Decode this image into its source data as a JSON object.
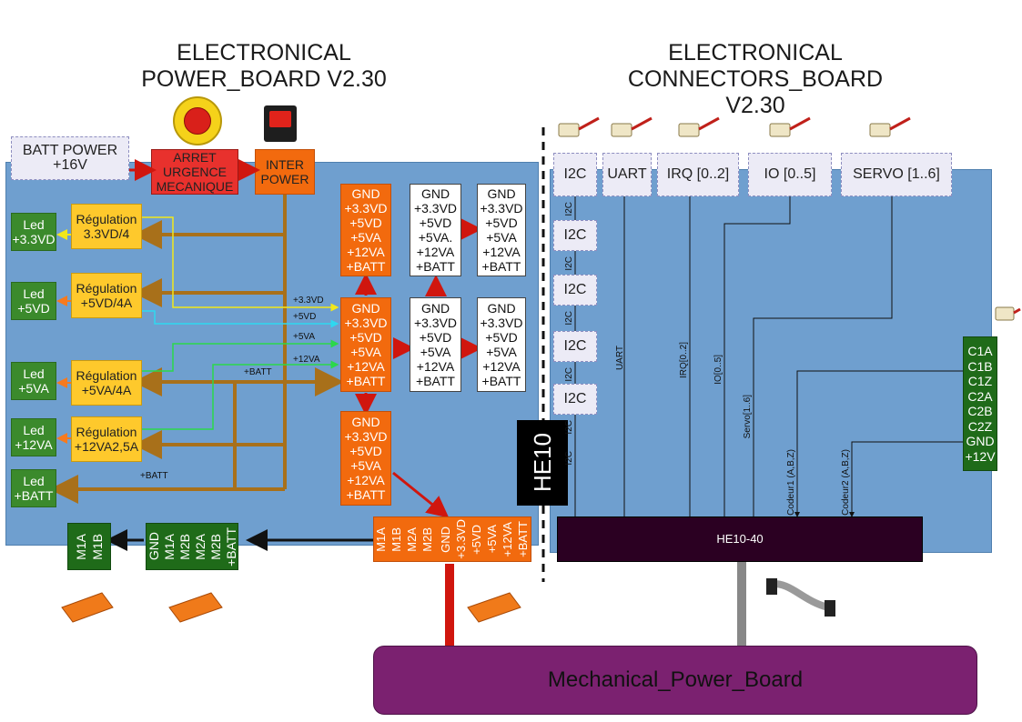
{
  "titles": {
    "power": [
      "ELECTRONICAL",
      "POWER_BOARD V2.30"
    ],
    "connectors": [
      "ELECTRONICAL",
      "CONNECTORS_BOARD",
      "V2.30"
    ]
  },
  "batt_power": [
    "BATT POWER",
    "+16V"
  ],
  "arret": [
    "ARRET",
    "URGENCE",
    "MECANIQUE"
  ],
  "inter": [
    "INTER",
    "POWER"
  ],
  "leds": [
    [
      "Led",
      "+3.3VD"
    ],
    [
      "Led",
      "+5VD"
    ],
    [
      "Led",
      "+5VA"
    ],
    [
      "Led",
      "+12VA"
    ],
    [
      "Led",
      "+BATT"
    ]
  ],
  "regulators": [
    [
      "Régulation",
      "3.3VD/4"
    ],
    [
      "Régulation",
      "+5VD/4A"
    ],
    [
      "Régulation",
      "+5VA/4A"
    ],
    [
      "Régulation",
      "+12VA2,5A"
    ]
  ],
  "rail_labels": [
    "+3.3VD",
    "+5VD",
    "+5VA",
    "+12VA",
    "+BATT",
    "+BATT"
  ],
  "orange_blocks": [
    [
      "GND",
      "+3.3VD",
      "+5VD",
      "+5VA",
      "+12VA",
      "+BATT"
    ],
    [
      "GND",
      "+3.3VD",
      "+5VD",
      "+5VA",
      "+12VA",
      "+BATT"
    ],
    [
      "GND",
      "+3.3VD",
      "+5VD",
      "+5VA",
      "+12VA",
      "+BATT"
    ]
  ],
  "white_blocks": [
    [
      "GND",
      "+3.3VD",
      "+5VD",
      "+5VA.",
      "+12VA",
      "+BATT"
    ],
    [
      "GND",
      "+3.3VD",
      "+5VD",
      "+5VA",
      "+12VA",
      "+BATT"
    ],
    [
      "GND",
      "+3.3VD",
      "+5VD",
      "+5VA",
      "+12VA",
      "+BATT"
    ],
    [
      "GND",
      "+3.3VD",
      "+5VD",
      "+5VA",
      "+12VA",
      "+BATT"
    ]
  ],
  "motor_out": [
    "M1A",
    "M1B"
  ],
  "motor_mid": [
    "GND",
    "M1A",
    "M2B",
    "M2A",
    "M2B",
    "+BATT"
  ],
  "bottom_connector": [
    "M1A",
    "M1B",
    "M2A",
    "M2B",
    "",
    "GND",
    "+3.3VD",
    "+5VD",
    "+5VA",
    "+12VA",
    "+BATT"
  ],
  "he10_label": "HE10",
  "top_connectors": [
    "I2C",
    "UART",
    "IRQ [0..2]",
    "IO [0..5]",
    "SERVO [1..6]"
  ],
  "i2c_side": [
    "I2C",
    "I2C",
    "I2C",
    "I2C"
  ],
  "wire_labels": {
    "i2c_small": [
      "I2C",
      "I2C",
      "I2C",
      "I2C",
      "I2C",
      "I2C"
    ],
    "uart": "UART",
    "irq": "IRQ[0..2]",
    "io": "IO[0..5]",
    "servo": "Servo[1..6]",
    "codeur1": "Codeur1 (A,B,Z)",
    "codeur2": "Codeur2 (A,B,Z)"
  },
  "right_connector": [
    "C1A",
    "C1B",
    "C1Z",
    "C2A",
    "C2B",
    "C2Z",
    "GND",
    "+12V"
  ],
  "he10_40": "HE10-40",
  "mechanical": "Mechanical_Power_Board",
  "colors": {
    "board": "#6f9fcf",
    "orange": "#f26a0e",
    "regulator": "#fec92c",
    "led": "#3b8a2c",
    "bus_brown": "#a8701a",
    "he10_bar": "#2b0022",
    "mechanical": "#7b2170",
    "red_arrow": "#d0160e"
  }
}
